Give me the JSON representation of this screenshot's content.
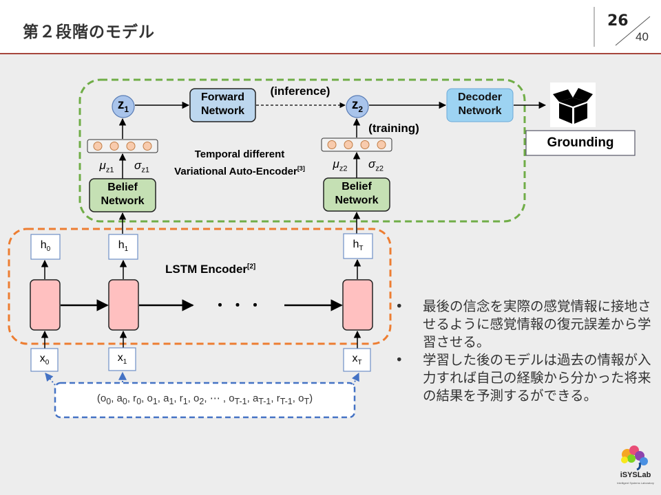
{
  "header": {
    "title": "第２段階のモデル",
    "page_current": "26",
    "page_total": "40"
  },
  "diagram": {
    "colors": {
      "vae_border": "#70ad47",
      "lstm_border": "#ed7d31",
      "input_border": "#4472c4",
      "belief_fill": "#c5e0b4",
      "forward_fill": "#bdd7ee",
      "decoder_fill": "#9dd3f2",
      "z_fill": "#a9c4eb",
      "lstm_cell_fill": "#ffc0c0",
      "unit_fill": "#f8cbad"
    },
    "z1": {
      "main": "z",
      "sub": "1"
    },
    "z2": {
      "main": "z",
      "sub": "2"
    },
    "forward_network": [
      "Forward",
      "Network"
    ],
    "decoder_network": [
      "Decoder",
      "Network"
    ],
    "inference_label": "(inference)",
    "training_label": "(training)",
    "vae_label": [
      "Temporal different",
      "Variational Auto-Encoder"
    ],
    "vae_ref": "[3]",
    "mu_z1": {
      "sym": "μ",
      "sub": "z1"
    },
    "sigma_z1": {
      "sym": "σ",
      "sub": "z1"
    },
    "mu_z2": {
      "sym": "μ",
      "sub": "z2"
    },
    "sigma_z2": {
      "sym": "σ",
      "sub": "z2"
    },
    "belief_network": [
      "Belief",
      "Network"
    ],
    "grounding_label": "Grounding",
    "grounding_icon": "open-box-icon",
    "lstm_label": "LSTM Encoder",
    "lstm_ref": "[2]",
    "dots": "・ ・ ・",
    "hidden_states": [
      {
        "main": "h",
        "sub": "0"
      },
      {
        "main": "h",
        "sub": "1"
      },
      {
        "main": "h",
        "sub": "T"
      }
    ],
    "inputs": [
      {
        "main": "x",
        "sub": "0"
      },
      {
        "main": "x",
        "sub": "1"
      },
      {
        "main": "x",
        "sub": "T"
      }
    ],
    "sequence": "(o₀, a₀, r₀, o₁, a₁, r₁, o₂, ⋯ , o_{T-1}, a_{T-1}, r_{T-1}, o_T)"
  },
  "bullets": [
    "最後の信念を実際の感覚情報に接地させるように感覚情報の復元誤差から学習させる。",
    "学習した後のモデルは過去の情報が入力すれば自己の経験から分かった将来の結果を予測するができる。"
  ],
  "logo": {
    "name": "iSYSLab",
    "subtitle": "Intelligent Systems Laboratory"
  }
}
